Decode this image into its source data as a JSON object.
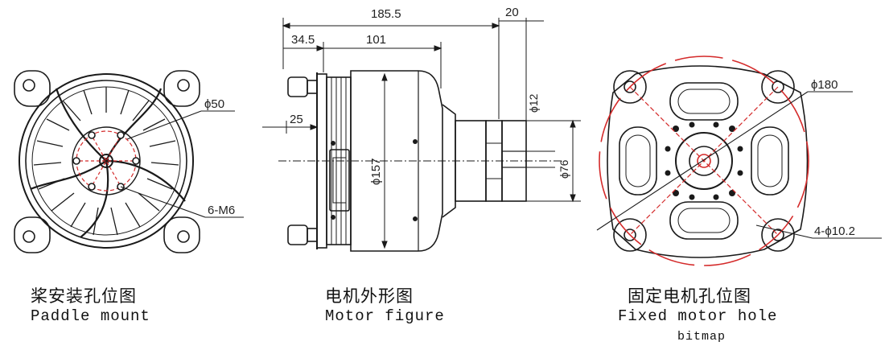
{
  "views": {
    "paddle": {
      "cn": "桨安装孔位图",
      "en": "Paddle mount",
      "callout_diameter": "ϕ50",
      "callout_holes": "6-M6"
    },
    "motor": {
      "cn": "电机外形图",
      "en": "Motor figure",
      "dim_overall": "185.5",
      "dim_shaft": "20",
      "dim_base": "34.5",
      "dim_body": "101",
      "dim_flange": "25",
      "dim_diameter": "ϕ157",
      "dim_shaft_dia": "ϕ12",
      "dim_hub_dia": "ϕ76"
    },
    "fixed": {
      "cn": "固定电机孔位图",
      "en_line1": "Fixed motor hole",
      "en_line2": "bitmap",
      "callout_circle": "ϕ180",
      "callout_holes": "4-ϕ10.2"
    }
  },
  "colors": {
    "line": "#1a1a1a",
    "accent": "#d42a2a"
  }
}
